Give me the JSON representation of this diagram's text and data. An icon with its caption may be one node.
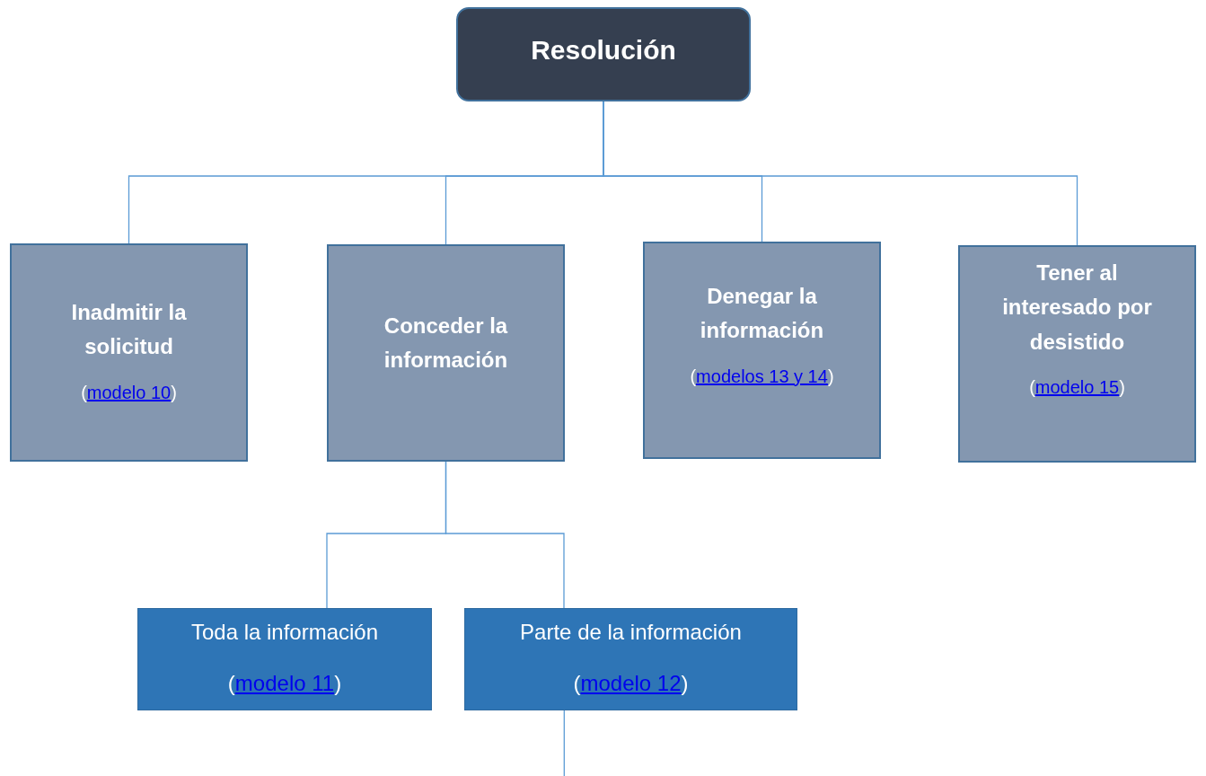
{
  "diagram": {
    "nodes": [
      {
        "text": [
          "Resolución"
        ]
      },
      {
        "text": [
          "Inadmitir la solicitud",
          "(modelo 10)"
        ]
      },
      {
        "text": [
          "Conceder la información"
        ]
      },
      {
        "text": [
          "Denegar la información",
          "(modelos 13 y 14)"
        ]
      },
      {
        "text": [
          "Tener al interesado por desistido",
          "(modelo 15)"
        ]
      },
      {
        "text": [
          "Toda la información",
          "(modelo 11)"
        ]
      },
      {
        "text": [
          "Parte de la información",
          "(modelo 12)"
        ]
      }
    ],
    "edges": [
      {
        "from": 0,
        "to": 1,
        "arrow": "none"
      },
      {
        "from": 0,
        "to": 2,
        "arrow": "none"
      },
      {
        "from": 0,
        "to": 3,
        "arrow": "none"
      },
      {
        "from": 0,
        "to": 4,
        "arrow": "none"
      },
      {
        "from": 2,
        "to": 5,
        "arrow": "none"
      },
      {
        "from": 2,
        "to": 6,
        "arrow": "none"
      },
      {
        "from": 6,
        "to": null,
        "arrow": "none"
      }
    ]
  }
}
